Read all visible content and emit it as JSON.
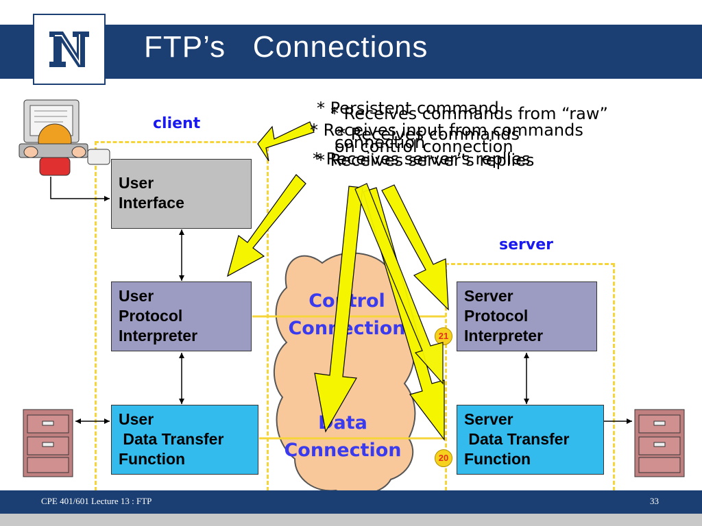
{
  "slide": {
    "title": "FTP’s   Connections",
    "footer": "CPE 401/601 Lecture 13 : FTP",
    "page_number": "33"
  },
  "labels": {
    "client": "client",
    "server": "server"
  },
  "boxes": {
    "user_interface": "User\nInterface",
    "user_pi": "User\nProtocol\nInterpreter",
    "user_dtf": "User\n Data Transfer\nFunction",
    "server_pi": "Server\nProtocol\nInterpreter",
    "server_dtf": "Server\n Data Transfer\nFunction"
  },
  "cloud": {
    "control": "Control\nConnection",
    "data": "Data\nConnection"
  },
  "ports": {
    "control_port": "21",
    "data_port": "20"
  },
  "bullets": [
    "* Persistent command",
    "* Receives commands from “raw”",
    "* Receives input from commands",
    "connection",
    "on control connection",
    "* Receives server’s replies",
    "* Receives commands",
    "* Receives server’s replies"
  ],
  "colors": {
    "header": "#1c3f73",
    "arrow": "#f5f500",
    "dash": "#f5d53a",
    "cloud": "#f9c89a"
  }
}
